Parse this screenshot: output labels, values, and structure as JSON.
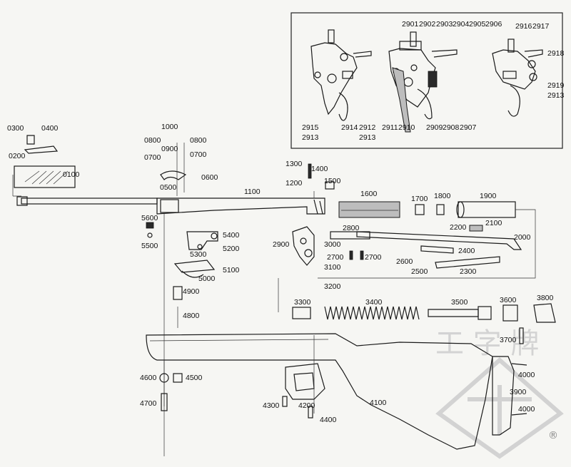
{
  "colors": {
    "ink": "#1a1a1a",
    "paper": "#f6f6f3",
    "watermark": "#cfcfcf"
  },
  "watermark": {
    "text": "工 字 牌",
    "registered": "®"
  },
  "inset_labels": [
    "2901",
    "2902",
    "2903",
    "2904",
    "2905",
    "2906",
    "2916",
    "2917",
    "2918",
    "2919",
    "2913",
    "2915",
    "2913",
    "2914",
    "2912",
    "2913",
    "2911",
    "2910",
    "2909",
    "2908",
    "2907"
  ],
  "labels": [
    "0300",
    "0400",
    "0200",
    "0100",
    "1000",
    "0800",
    "0800",
    "0900",
    "0700",
    "0700",
    "0600",
    "0500",
    "1100",
    "1300",
    "1400",
    "1200",
    "1500",
    "1600",
    "1700",
    "1800",
    "1900",
    "5600",
    "5500",
    "5400",
    "5200",
    "5300",
    "5100",
    "5000",
    "4900",
    "4800",
    "2800",
    "2900",
    "3000",
    "2700",
    "2700",
    "3100",
    "2200",
    "2100",
    "2000",
    "2400",
    "2600",
    "2500",
    "2300",
    "3200",
    "3300",
    "3400",
    "3500",
    "3600",
    "3800",
    "3700",
    "4600",
    "4500",
    "4700",
    "4300",
    "4200",
    "4400",
    "4100",
    "4000",
    "3900",
    "4000"
  ]
}
